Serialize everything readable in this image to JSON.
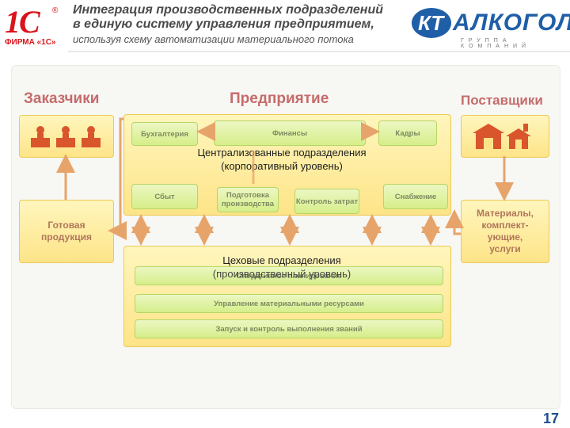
{
  "header": {
    "logo_1c_mark": "1С",
    "logo_1c_caption": "ФИРМА «1С»",
    "title_line1": "Интеграция производственных подразделений",
    "title_line2": "в единую систему управления предприятием,",
    "subtitle": "используя схему автоматизации материального потока",
    "partner_logo_mark": "КТ",
    "partner_logo_name": "АЛКОГОЛЬ",
    "partner_logo_caption": "ГРУППА КОМПАНИЙ"
  },
  "diagram": {
    "customers": {
      "title": "Заказчики",
      "finished_goods": "Готовая продукция"
    },
    "enterprise": {
      "title": "Предприятие",
      "central": {
        "caption_line1": "Централизованные подразделения",
        "caption_line2": "(корпоративный уровень)",
        "units": {
          "accounting": "Бухгалтерия",
          "finance": "Финансы",
          "hr": "Кадры",
          "sales": "Сбыт",
          "production_prep": "Подготовка производства",
          "cost_control": "Контроль затрат",
          "supply": "Снабжение"
        }
      },
      "shop": {
        "caption_line1": "Цеховые подразделения",
        "caption_line2": "(производственный уровень)",
        "rows": [
          "Оперативное планирование",
          "Управление материальными ресурсами",
          "Запуск и контроль выполнения званий"
        ]
      }
    },
    "suppliers": {
      "title": "Поставщики",
      "materials": "Материалы, комплект-ующие, услуги"
    }
  },
  "page_number": "17",
  "colors": {
    "section_title": "#c56b6b",
    "yellow_box": "#fde488",
    "green_box": "#d6ee8a",
    "arrow": "#e7a46a",
    "brand_red": "#d9141b",
    "brand_blue": "#1f5fa8"
  }
}
